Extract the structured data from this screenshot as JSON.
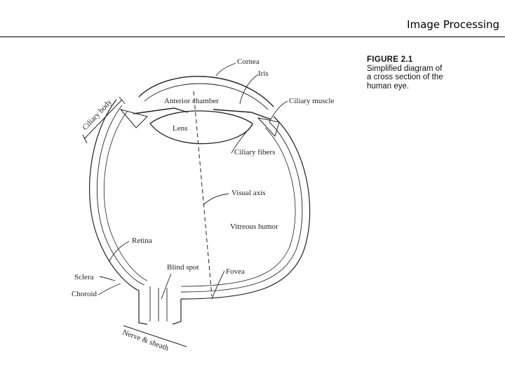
{
  "header": {
    "title": "Image Processing"
  },
  "caption": {
    "figure_number": "FIGURE 2.1",
    "text": "Simplified diagram of a cross section of the human eye."
  },
  "labels": {
    "cornea": "Cornea",
    "iris": "Iris",
    "ciliary_body": "Ciliary body",
    "anterior_chamber": "Anterior chamber",
    "ciliary_muscle": "Ciliary muscle",
    "lens": "Lens",
    "ciliary_fibers": "Ciliary fibers",
    "visual_axis": "Visual axis",
    "vitreous_humor": "Vitreous humor",
    "retina": "Retina",
    "blind_spot": "Blind spot",
    "fovea": "Fovea",
    "sclera": "Sclera",
    "choroid": "Choroid",
    "nerve_sheath": "Nerve & sheath"
  }
}
